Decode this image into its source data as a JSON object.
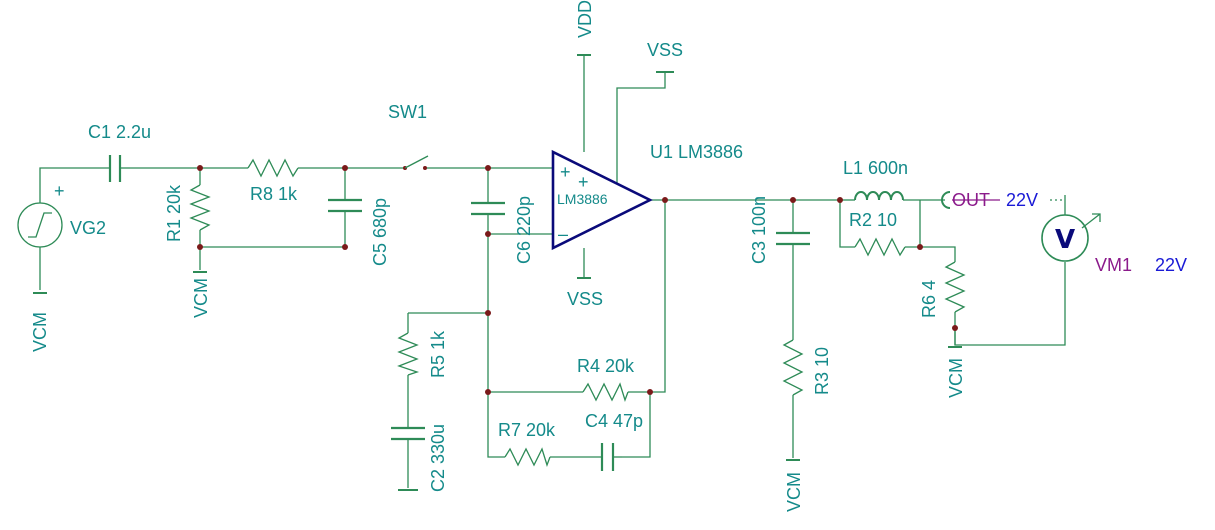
{
  "labels": {
    "vdd": "VDD",
    "vss_top": "VSS",
    "vss_bottom": "VSS",
    "sw1": "SW1",
    "u1": "U1 LM3886",
    "chip": "LM3886",
    "c1": "C1 2.2u",
    "r1": "R1 20k",
    "r8": "R8 1k",
    "c5": "C5 680p",
    "c6": "C6 220p",
    "vg2": "VG2",
    "vcm_a": "VCM",
    "vcm_b": "VCM",
    "vcm_c": "VCM",
    "vcm_d": "VCM",
    "r5": "R5 1k",
    "c2": "C2 330u",
    "r4": "R4 20k",
    "r7": "R7 20k",
    "c4": "C4 47p",
    "c3": "C3 100n",
    "r3": "R3 10",
    "l1": "L1 600n",
    "r2": "R2 10",
    "r6": "R6 4",
    "out": "OUT",
    "out_value": "22V",
    "vm1": "VM1",
    "vm1_value": "22V",
    "plus": "+",
    "minus": "–",
    "meter_letter": "V"
  }
}
